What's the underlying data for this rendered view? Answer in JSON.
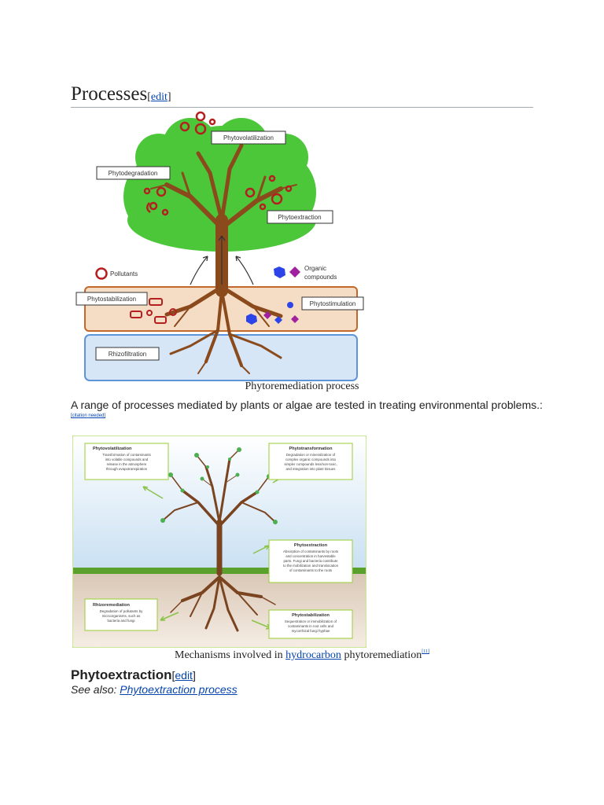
{
  "section": {
    "title": "Processes",
    "edit_label": "edit",
    "bracket_open": "[",
    "bracket_close": "]"
  },
  "figure1": {
    "caption": "Phytoremediation process",
    "labels": {
      "phytovolatilization": "Phytovolatilization",
      "phytodegradation": "Phytodegradation",
      "phytoextraction": "Phytoextraction",
      "pollutants": "Pollutants",
      "organic_compounds_line1": "Organic",
      "organic_compounds_line2": "compounds",
      "phytostabilization": "Phytostabilization",
      "phytostimulation": "Phytostimulation",
      "rhizofiltration": "Rhizofiltration"
    },
    "colors": {
      "foliage": "#4cc73a",
      "trunk": "#8b4a1c",
      "soil": "#f5dcc5",
      "soil_border": "#c0692b",
      "water": "#d6e6f7",
      "water_border": "#5d95d8",
      "pollutant": "#b3201f",
      "organic_blue": "#2c44e8",
      "organic_purple": "#a020a0"
    }
  },
  "paragraph": {
    "text": "A range of processes mediated by plants or algae are tested in treating environmental problems.:",
    "citation_line1": "[citation",
    "citation_line2": "needed]"
  },
  "figure2": {
    "caption_prefix": "Mechanisms involved in ",
    "caption_link": "hydrocarbon",
    "caption_suffix": " phytoremediation",
    "caption_ref": "[11]",
    "boxes": {
      "phytovolatilization": {
        "title": "Phytovolatilization",
        "lines": [
          "Transformation of contaminants",
          "into volatile compounds and",
          "release in the atmosphere",
          "through evapotranspiration"
        ]
      },
      "phytotransformation": {
        "title": "Phytotransformation",
        "lines": [
          "Degradation or mineralization of",
          "complex organic compounds into",
          "simpler compounds less/non-toxic,",
          "and integration into plant tissues"
        ]
      },
      "phytoextraction": {
        "title": "Phytoextraction",
        "lines": [
          "Absorption of contaminants by roots",
          "and concentration in harvestable",
          "parts. Fungi and bacteria contribute",
          "to the mobilization and translocation",
          "of contaminants to the roots"
        ]
      },
      "rhizoremediation": {
        "title": "Rhizoremediation",
        "lines": [
          "Degradation of pollutants by",
          "microorganisms, such as",
          "bacteria and fungi"
        ]
      },
      "phytostabilization": {
        "title": "Phytostabilization",
        "lines": [
          "Sequestration or immobilization of",
          "contaminants in root cells and",
          "mycorrhizal fungi hyphae"
        ]
      }
    }
  },
  "subsection": {
    "title": "Phytoextraction",
    "edit_label": "edit",
    "see_also_prefix": "See also: ",
    "see_also_link": "Phytoextraction process"
  }
}
